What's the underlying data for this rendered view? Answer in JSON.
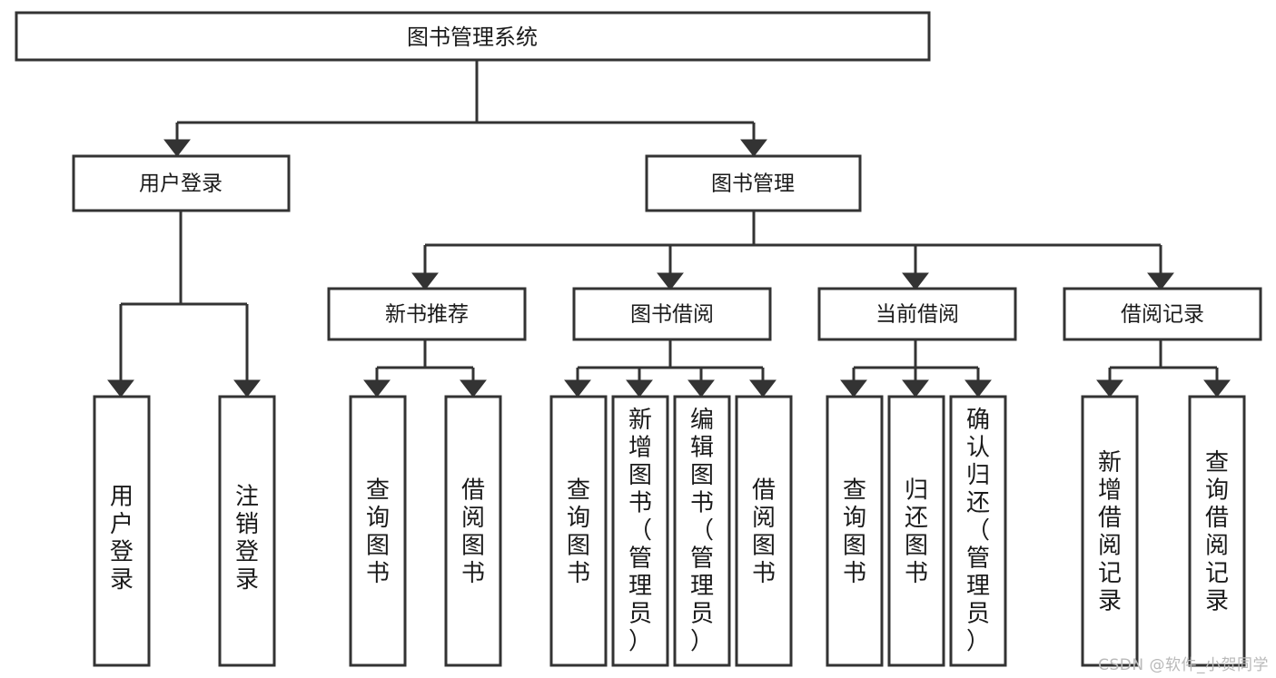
{
  "diagram": {
    "title_node": {
      "label": "图书管理系统"
    },
    "level2": [
      {
        "label": "用户登录"
      },
      {
        "label": "图书管理"
      }
    ],
    "level3": [
      {
        "label": "新书推荐"
      },
      {
        "label": "图书借阅"
      },
      {
        "label": "当前借阅"
      },
      {
        "label": "借阅记录"
      }
    ],
    "leaves": [
      {
        "label": "用户登录",
        "lines": [
          "用",
          "户",
          "登",
          "录"
        ]
      },
      {
        "label": "注销登录",
        "lines": [
          "注",
          "销",
          "登",
          "录"
        ]
      },
      {
        "label": "查询图书",
        "lines": [
          "查",
          "询",
          "图",
          "书"
        ]
      },
      {
        "label": "借阅图书",
        "lines": [
          "借",
          "阅",
          "图",
          "书"
        ]
      },
      {
        "label": "查询图书",
        "lines": [
          "查",
          "询",
          "图",
          "书"
        ]
      },
      {
        "label": "新增图书（管理员）",
        "lines": [
          "新",
          "增",
          "图",
          "书",
          "（",
          "管",
          "理",
          "员",
          "）"
        ]
      },
      {
        "label": "编辑图书（管理员）",
        "lines": [
          "编",
          "辑",
          "图",
          "书",
          "（",
          "管",
          "理",
          "员",
          "）"
        ]
      },
      {
        "label": "借阅图书",
        "lines": [
          "借",
          "阅",
          "图",
          "书"
        ]
      },
      {
        "label": "查询图书",
        "lines": [
          "查",
          "询",
          "图",
          "书"
        ]
      },
      {
        "label": "归还图书",
        "lines": [
          "归",
          "还",
          "图",
          "书"
        ]
      },
      {
        "label": "确认归还（管理员）",
        "lines": [
          "确",
          "认",
          "归",
          "还",
          "（",
          "管",
          "理",
          "员",
          "）"
        ]
      },
      {
        "label": "新增借阅记录",
        "lines": [
          "新",
          "增",
          "借",
          "阅",
          "记",
          "录"
        ]
      },
      {
        "label": "查询借阅记录",
        "lines": [
          "查",
          "询",
          "借",
          "阅",
          "记",
          "录"
        ]
      }
    ],
    "colors": {
      "stroke": "#333333",
      "fill": "#ffffff",
      "text": "#1a1a1a",
      "watermark": "#b9b9b9"
    }
  },
  "watermark": {
    "text": "CSDN @软件_小贺同学"
  }
}
